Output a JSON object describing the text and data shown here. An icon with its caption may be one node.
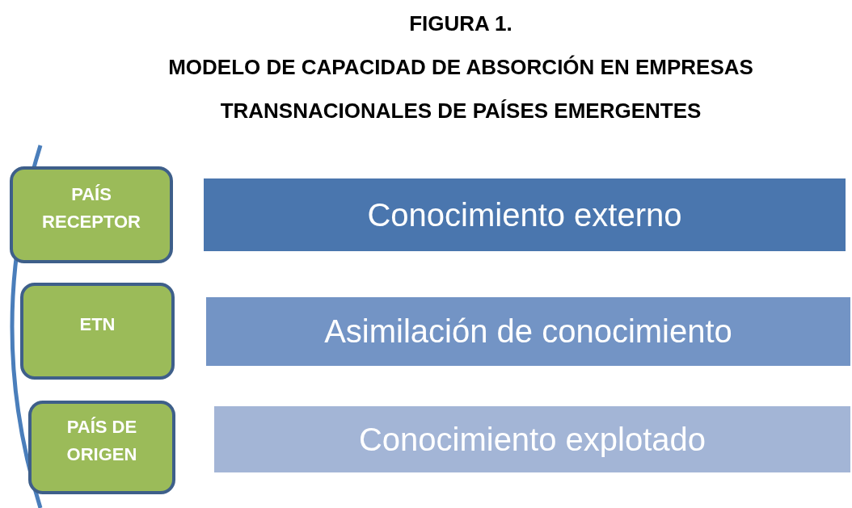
{
  "diagram": {
    "title": "MODELO DE CAPACIDAD DE ABSORCIÓN EN EMPRESAS TRANSNACIONALES DE PAÍSES EMERGENTES",
    "nodes": [
      {
        "text": [
          "PAÍS RECEPTOR"
        ]
      },
      {
        "text": [
          "Conocimiento externo"
        ]
      },
      {
        "text": [
          "ETN"
        ]
      },
      {
        "text": [
          "Asimilación de conocimiento"
        ]
      },
      {
        "text": [
          "PAÍS DE ORIGEN"
        ]
      },
      {
        "text": [
          "Conocimiento explotado"
        ]
      }
    ],
    "labels": [
      "FIGURA 1."
    ]
  }
}
